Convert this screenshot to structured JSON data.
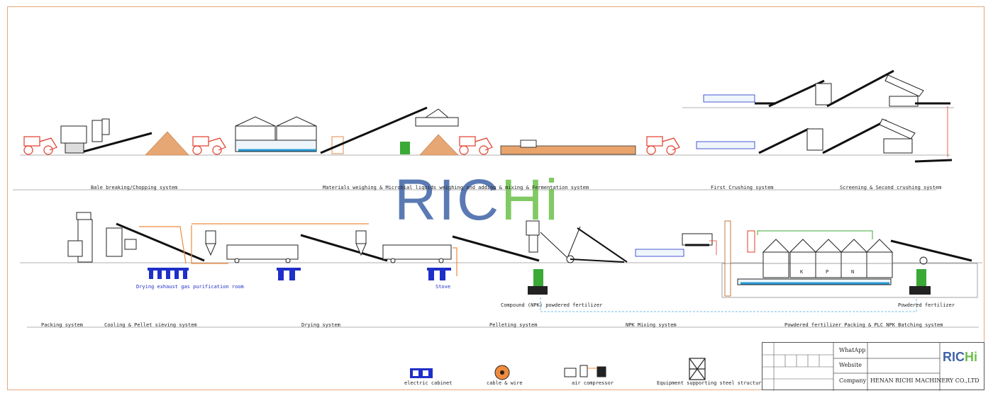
{
  "sections_top": [
    {
      "label": "Bale breaking/Chopping system"
    },
    {
      "label": "Materials weighing & Microbial liquids weighing and adding & mixing & Fermentation system"
    },
    {
      "label": "First Crushing system"
    },
    {
      "label": "Screening & Second crushing system"
    }
  ],
  "sections_bottom": [
    {
      "label": "Packing system"
    },
    {
      "label": "Cooling & Pellet sieving system"
    },
    {
      "label": "Drying system"
    },
    {
      "label": "Pelleting system"
    },
    {
      "label": "NPK Mixing system"
    },
    {
      "label": "Powdered fertilizer Packing & PLC NPK Batching system"
    }
  ],
  "annotations": {
    "drying_exhaust": "Drying exhaust gas purification room",
    "stove": "Stove",
    "compound_npk": "Compound (NPK) powdered fertilizer",
    "powdered_fertilizer": "Powdered fertilizer",
    "silo_letters": [
      "K",
      "P",
      "N"
    ]
  },
  "legend": [
    {
      "label": "electric cabinet",
      "icon": "electric-cabinet-icon"
    },
    {
      "label": "cable & wire",
      "icon": "cable-wire-icon"
    },
    {
      "label": "air compressor",
      "icon": "air-compressor-icon"
    },
    {
      "label": "Equipment supporting steel structure",
      "icon": "steel-structure-icon"
    }
  ],
  "title_block": {
    "whatsapp_label": "WhatApp",
    "website_label": "Website",
    "company_label": "Company",
    "company_value": "HENAN RICHI MACHINERY CO.,LTD",
    "logo_text_ric": "RIC",
    "logo_text_hi": "Hi"
  },
  "watermark": {
    "ric": "RIC",
    "hi": "Hi"
  },
  "colors": {
    "belt": "#111111",
    "loader": "#e23b2b",
    "pipe_orange": "#f08a3c",
    "equipment_blue": "#1f2fc9",
    "sky_blue": "#4aa6e0",
    "green": "#3aa935",
    "watermark_blue": "#3f63a8",
    "watermark_green": "#6cc04a",
    "material": "#d9935a"
  }
}
